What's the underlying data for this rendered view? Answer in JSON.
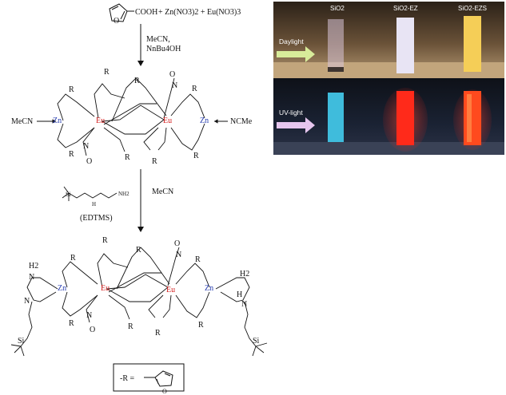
{
  "reaction": {
    "reactant_acid": "COOH",
    "reactant_salts": "+ Zn(NO3)2 + Eu(NO3)3",
    "step1_solvent": "MeCN,",
    "step1_base": "NnBu4OH",
    "reagent_name": "(EDTMS)",
    "step2_solvent": "MeCN",
    "ligand_left": "MeCN",
    "ligand_right": "NCMe",
    "r_definition": "-R ="
  },
  "atoms": {
    "metal_eu": "Eu",
    "metal_zn": "Zn",
    "oxygen": "O",
    "nitrogen": "N",
    "r_group": "R",
    "silicon": "Si",
    "h2": "H2",
    "h": "H",
    "nh2": "NH2"
  },
  "photo": {
    "samples": [
      "SiO2",
      "SiO2-EZ",
      "SiO2-EZS"
    ],
    "rows": [
      "Daylight",
      "UV-light"
    ],
    "colors": {
      "daylight_bg": "#8c6e48",
      "uv_bg": "#1a2030",
      "blue_glow": "#2ab0d0",
      "red_glow": "#ff2a1a",
      "yellow_solid": "#f2c23a"
    }
  }
}
